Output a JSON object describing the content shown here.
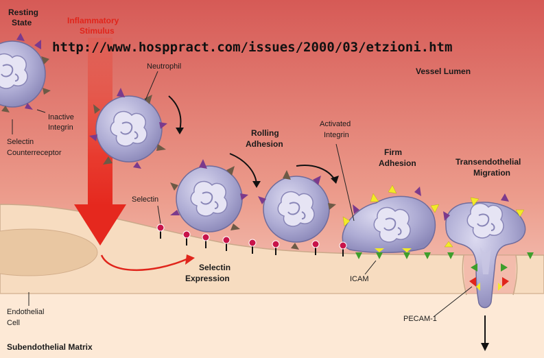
{
  "url": "http://www.hosppract.com/issues/2000/03/etzioni.htm",
  "labels": {
    "resting_state": [
      "Resting",
      "State"
    ],
    "inflammatory_stimulus": [
      "Inflammatory",
      "Stimulus"
    ],
    "neutrophil": "Neutrophil",
    "vessel_lumen": "Vessel Lumen",
    "inactive_integrin": [
      "Inactive",
      "Integrin"
    ],
    "selectin_counterreceptor": [
      "Selectin",
      "Counterreceptor"
    ],
    "rolling_adhesion": [
      "Rolling",
      "Adhesion"
    ],
    "activated_integrin": [
      "Activated",
      "Integrin"
    ],
    "firm_adhesion": [
      "Firm",
      "Adhesion"
    ],
    "transendothelial_migration": [
      "Transendothelial",
      "Migration"
    ],
    "selectin": "Selectin",
    "selectin_expression": [
      "Selectin",
      "Expression"
    ],
    "icam": "ICAM",
    "endothelial_cell": [
      "Endothelial",
      "Cell"
    ],
    "pecam": "PECAM-1",
    "subendothelial_matrix": "Subendothelial Matrix"
  },
  "colors": {
    "lumen_top": "#d9605a",
    "lumen_bottom": "#f6dcd2",
    "endothelium": "#f7dcc0",
    "matrix": "#fde9d6",
    "cell_fill": "#a9a7cf",
    "nucleus": "#dedcf0",
    "arrow_red": "#e0251b",
    "selectin": "#c8144a",
    "integrin_inactive": "#6d5a46",
    "integrin_active": "#f2ea28",
    "receptor_purple": "#7b3a8c",
    "icam_green": "#3e9e2c"
  }
}
